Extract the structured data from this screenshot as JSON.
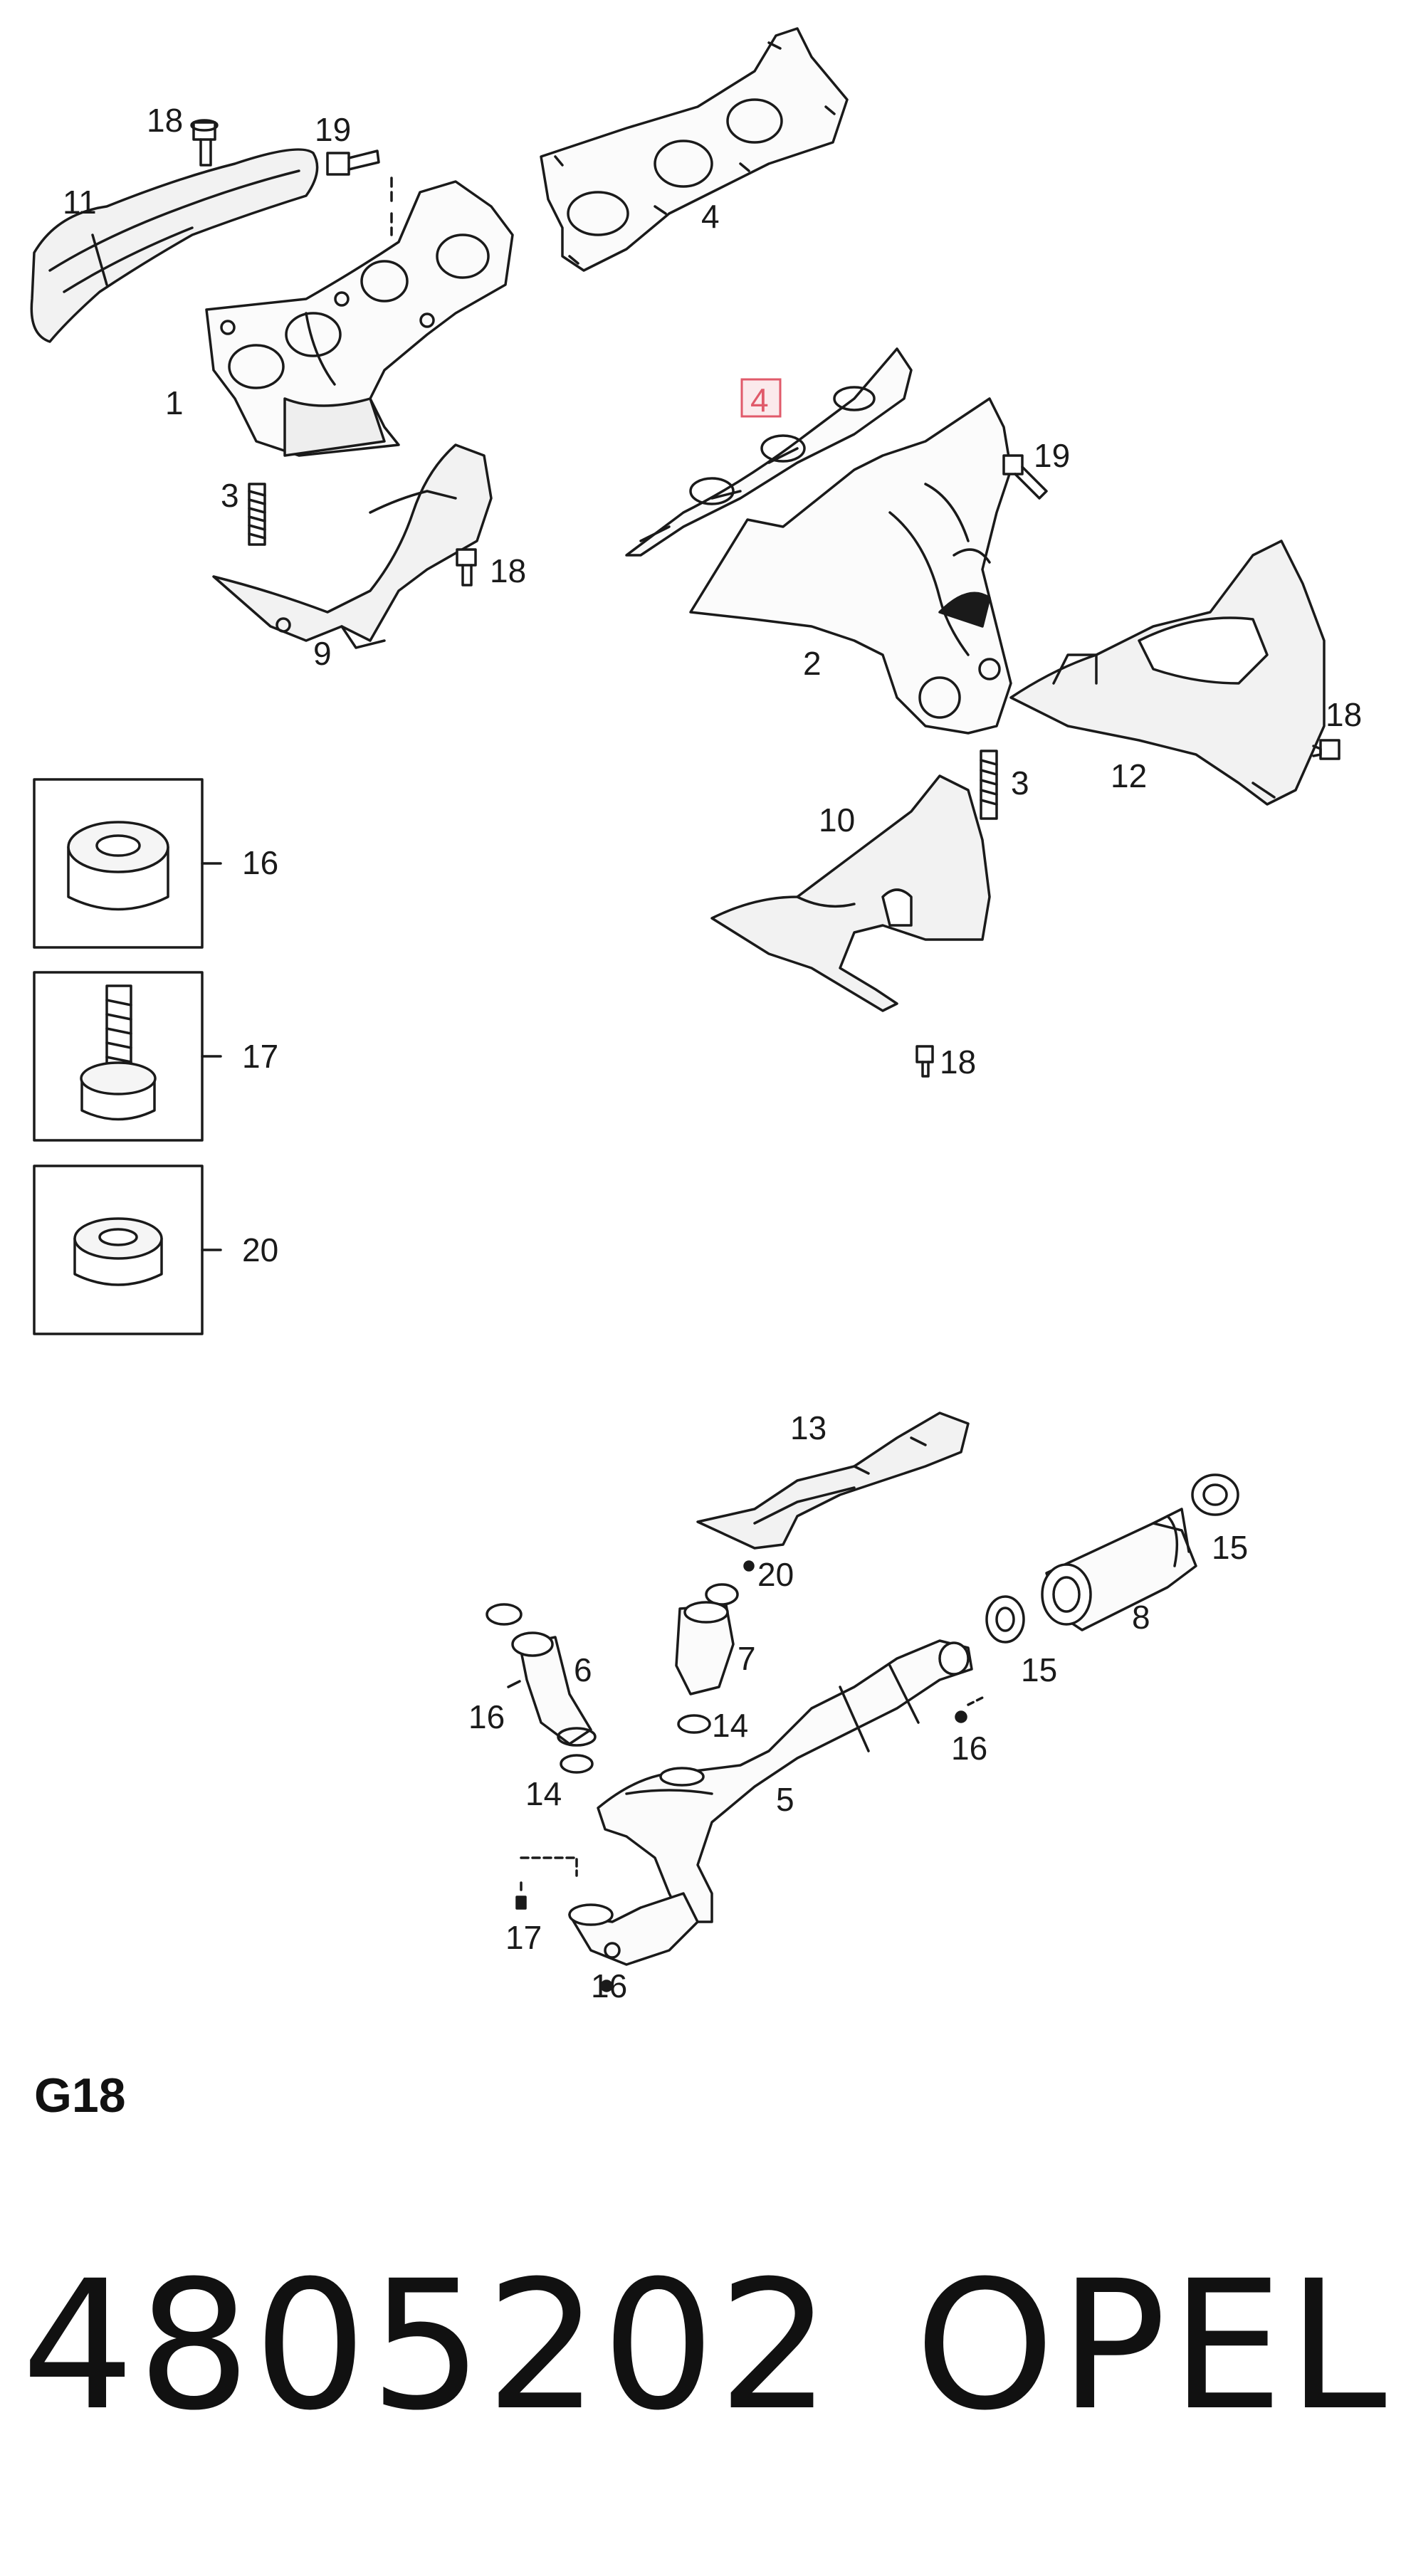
{
  "diagram": {
    "callouts": {
      "c18a": "18",
      "c19a": "19",
      "c11": "11",
      "c4a": "4",
      "c1": "1",
      "c3a": "3",
      "c18b": "18",
      "c9": "9",
      "c4b": "4",
      "c19b": "19",
      "c2": "2",
      "c18c": "18",
      "c12": "12",
      "c3b": "3",
      "c10": "10",
      "c18d": "18",
      "c16box": "16",
      "c17box": "17",
      "c20box": "20",
      "c13": "13",
      "c15a": "15",
      "c20": "20",
      "c8": "8",
      "c6": "6",
      "c7": "7",
      "c15b": "15",
      "c16a": "16",
      "c14a": "14",
      "c16b": "16",
      "c14b": "14",
      "c5": "5",
      "c17": "17",
      "c16c": "16"
    },
    "highlight_color": "#e05a6a"
  },
  "code": "G18",
  "part_number": "4805202",
  "brand": "OPEL"
}
